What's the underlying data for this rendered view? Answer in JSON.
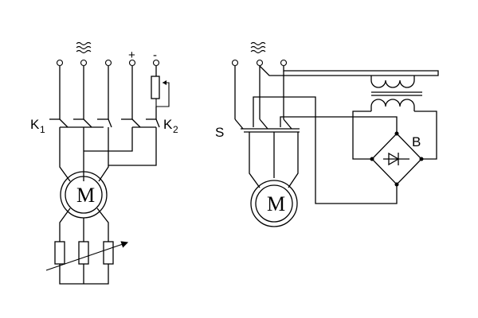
{
  "left_circuit": {
    "contactor1": {
      "letter": "K",
      "index": "1"
    },
    "contactor2": {
      "letter": "K",
      "index": "2"
    },
    "plus": "+",
    "minus": "-",
    "motor": "M"
  },
  "right_circuit": {
    "switch": "S",
    "rectifier": "B",
    "motor": "M"
  }
}
